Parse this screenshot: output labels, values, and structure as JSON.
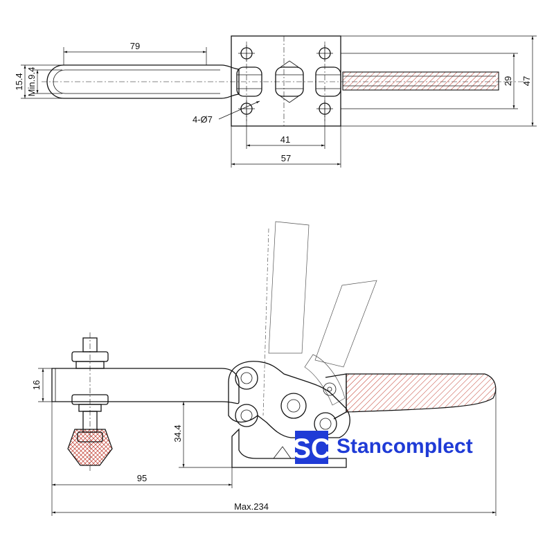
{
  "top_view": {
    "dim_handle_length": "79",
    "dim_handle_width": "15.4",
    "dim_min_width": "Min.9.4",
    "dim_holes": "4-Ø7",
    "dim_hole_spacing": "41",
    "dim_base_width": "57",
    "dim_bar_height": "29",
    "dim_base_height": "47"
  },
  "side_view": {
    "dim_bar_thickness": "16",
    "dim_height": "34.4",
    "dim_reach": "95",
    "dim_max_length": "Max.234"
  },
  "brand": {
    "logo_letters": "SC",
    "name": "Stancomplect",
    "color": "#1f3bd6"
  }
}
